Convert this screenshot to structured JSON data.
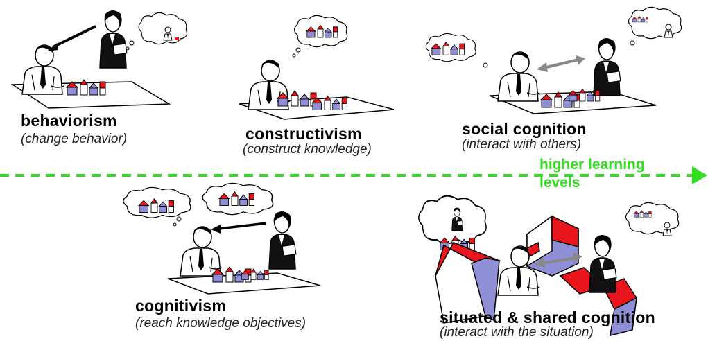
{
  "stages": [
    {
      "id": "behaviorism",
      "title": "behaviorism",
      "subtitle": "(change behavior)"
    },
    {
      "id": "constructivism",
      "title": "constructivism",
      "subtitle": "(construct knowledge)"
    },
    {
      "id": "social-cognition",
      "title": "social cognition",
      "subtitle": "(interact with others)"
    },
    {
      "id": "cognitivism",
      "title": "cognitivism",
      "subtitle": "(reach knowledge objectives)"
    },
    {
      "id": "situated-cognition",
      "title": "situated & shared cognition",
      "subtitle": "(interact with the situation)"
    }
  ],
  "axis": {
    "label_line1": "higher learning",
    "label_line2": "levels",
    "color": "#33dd22"
  },
  "colors": {
    "accent_red": "#e8161c",
    "accent_blue": "#8f8fd8",
    "ink": "#000000"
  }
}
